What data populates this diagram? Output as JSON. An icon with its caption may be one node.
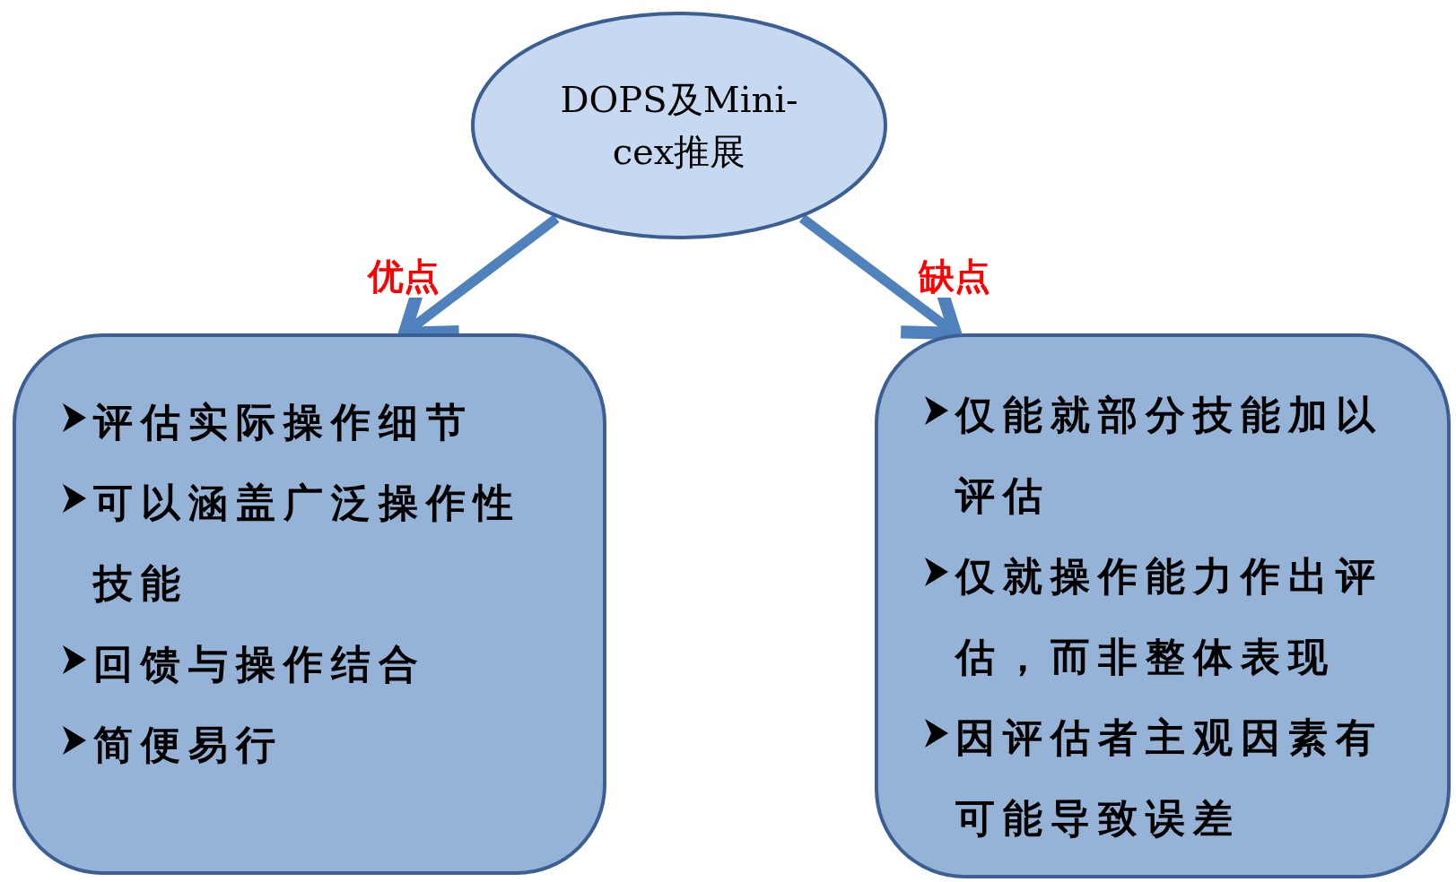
{
  "diagram": {
    "nodes": [
      {
        "text": [
          "DOPS及Mini-cex推展"
        ]
      },
      {
        "text": [
          "评估实际操作细节",
          "可以涵盖广泛操作性技能",
          "回馈与操作结合",
          "简便易行"
        ]
      },
      {
        "text": [
          "仅能就部分技能加以评估",
          "仅就操作能力作出评估，而非整体表现",
          "因评估者主观因素有可能导致误差"
        ]
      }
    ],
    "edges": [
      {
        "from": 0,
        "to": 1,
        "arrow": "to",
        "label": "优点"
      },
      {
        "from": 0,
        "to": 2,
        "arrow": "to",
        "label": "缺点"
      }
    ]
  }
}
